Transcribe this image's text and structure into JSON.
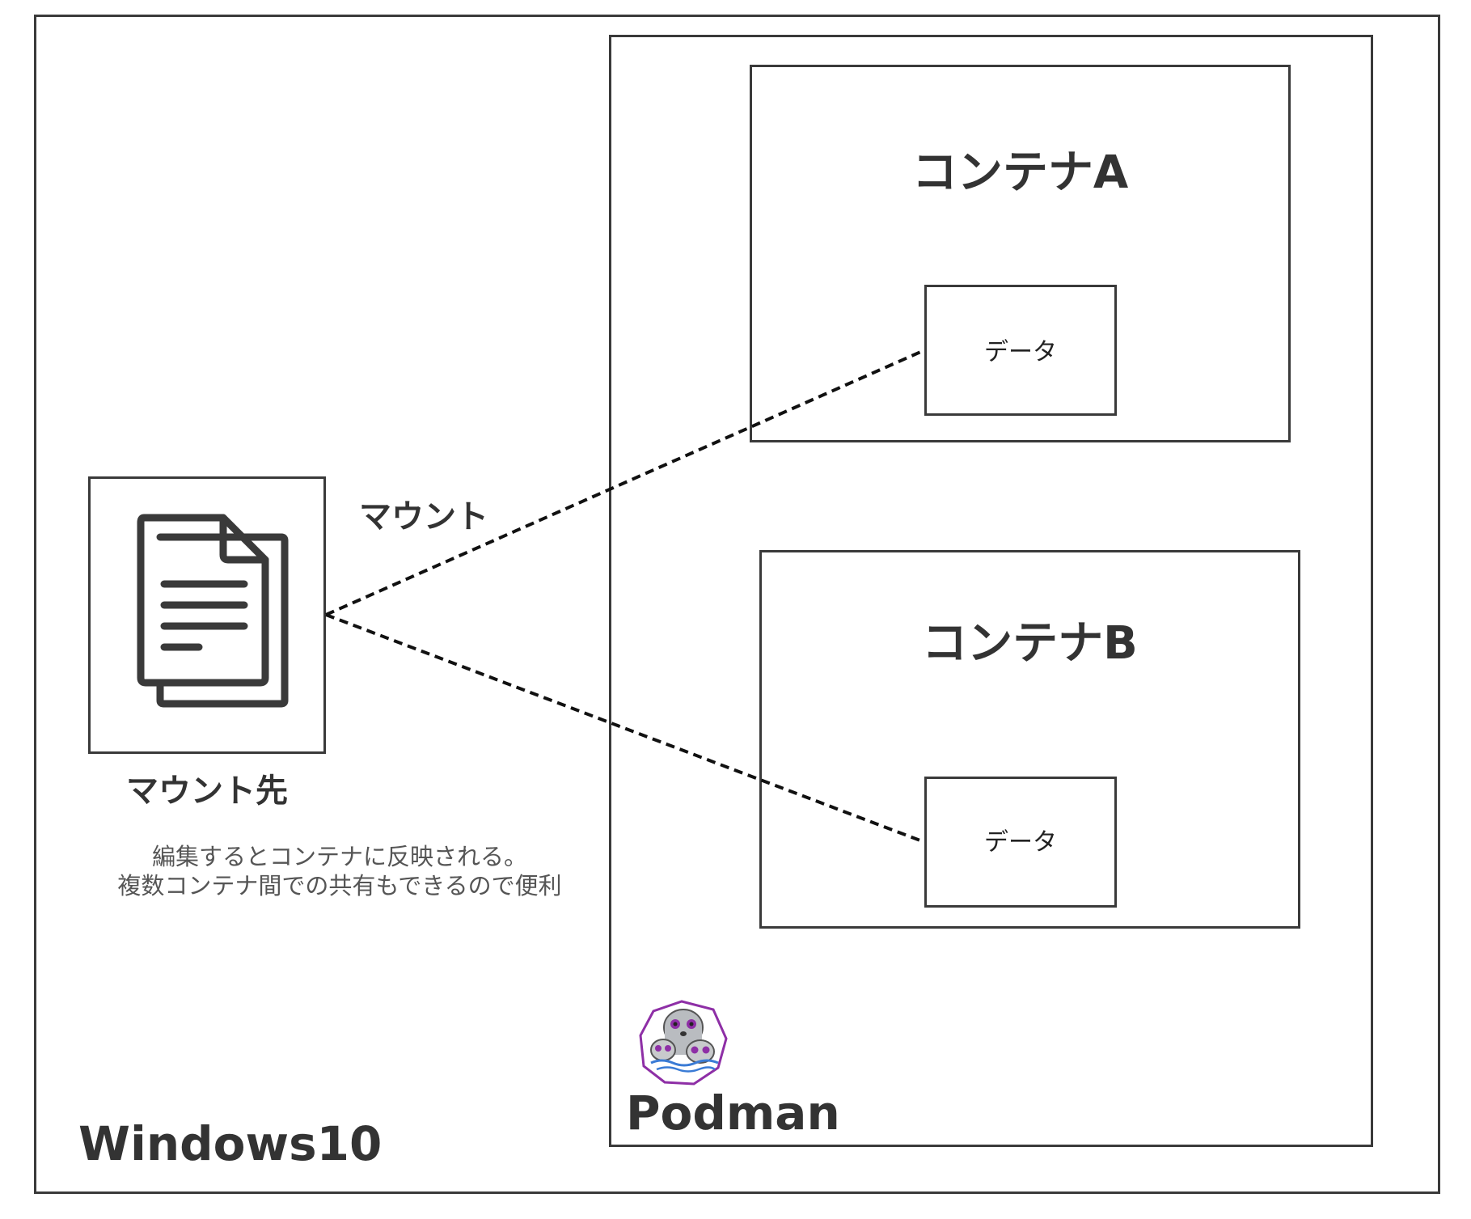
{
  "host": {
    "title": "Windows10"
  },
  "podman": {
    "title": "Podman",
    "logo_icon": "podman-seal-logo-icon"
  },
  "containers": [
    {
      "title": "コンテナA",
      "data_label": "データ"
    },
    {
      "title": "コンテナB",
      "data_label": "データ"
    }
  ],
  "mount_source": {
    "caption": "マウント先",
    "icon": "document-copy-icon",
    "note_lines": [
      "編集するとコンテナに反映される。",
      "複数コンテナ間での共有もできるので便利"
    ]
  },
  "mount_link": {
    "label": "マウント"
  },
  "colors": {
    "border": "#3a3a3a",
    "text": "#333333",
    "logo_accent": "#8e2fa6"
  }
}
